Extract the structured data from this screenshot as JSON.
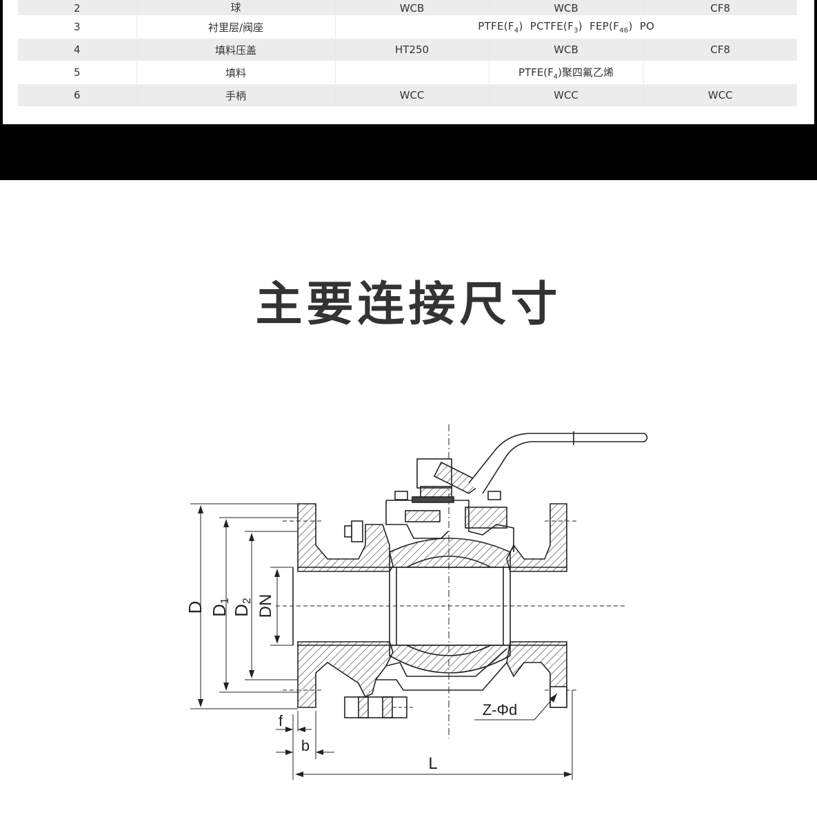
{
  "material_table": {
    "rows": [
      {
        "no": "2",
        "part": "球",
        "c1": "WCB",
        "c2": "WCB",
        "c3": "CF8"
      },
      {
        "no": "3",
        "part": "衬里层/阀座",
        "merged": "PTFE(F4)  PCTFE(F3)  FEP(F46)  PO"
      },
      {
        "no": "4",
        "part": "填料压盖",
        "c1": "HT250",
        "c2": "WCB",
        "c3": "CF8"
      },
      {
        "no": "5",
        "part": "填料",
        "c1": "",
        "c2": "PTFE(F4)聚四氟乙烯",
        "c3": ""
      },
      {
        "no": "6",
        "part": "手柄",
        "c1": "WCC",
        "c2": "WCC",
        "c3": "WCC"
      }
    ]
  },
  "section": {
    "title": "主要连接尺寸"
  },
  "drawing": {
    "labels": {
      "D": "D",
      "D1": "D1",
      "D2": "D2",
      "DN": "DN",
      "f": "f",
      "b": "b",
      "L": "L",
      "bolt_holes": "Z-Φd"
    }
  },
  "colors": {
    "background": "#ffffff",
    "band": "#000000",
    "row_shade": "#ececec",
    "text": "#333333"
  }
}
